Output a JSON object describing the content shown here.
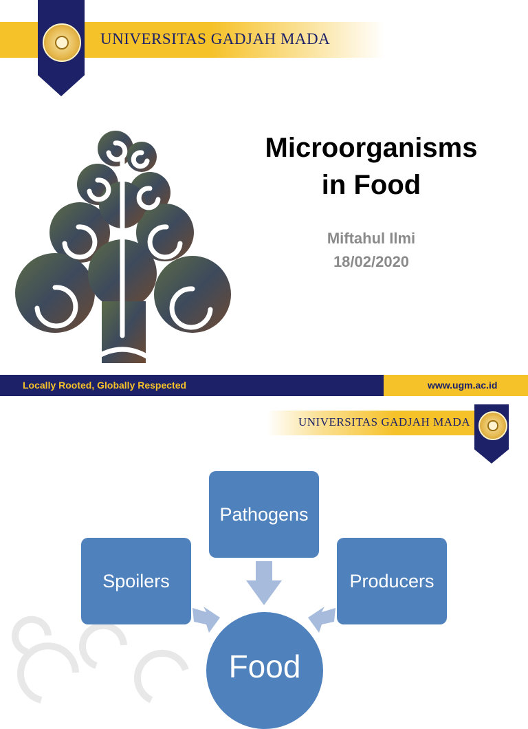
{
  "slide1": {
    "university": "UNIVERSITAS GADJAH MADA",
    "title_line1": "Microorganisms",
    "title_line2": "in Food",
    "author": "Miftahul Ilmi",
    "date": "18/02/2020",
    "tagline": "Locally Rooted, Globally Respected",
    "url": "www.ugm.ac.id"
  },
  "slide2": {
    "university": "UNIVERSITAS GADJAH MADA",
    "nodes": {
      "top": "Pathogens",
      "left": "Spoilers",
      "right": "Producers",
      "center": "Food"
    }
  },
  "colors": {
    "navy": "#1c2168",
    "gold": "#f6c22a",
    "box_blue": "#4f81bd",
    "arrow": "#a7bcdc"
  }
}
